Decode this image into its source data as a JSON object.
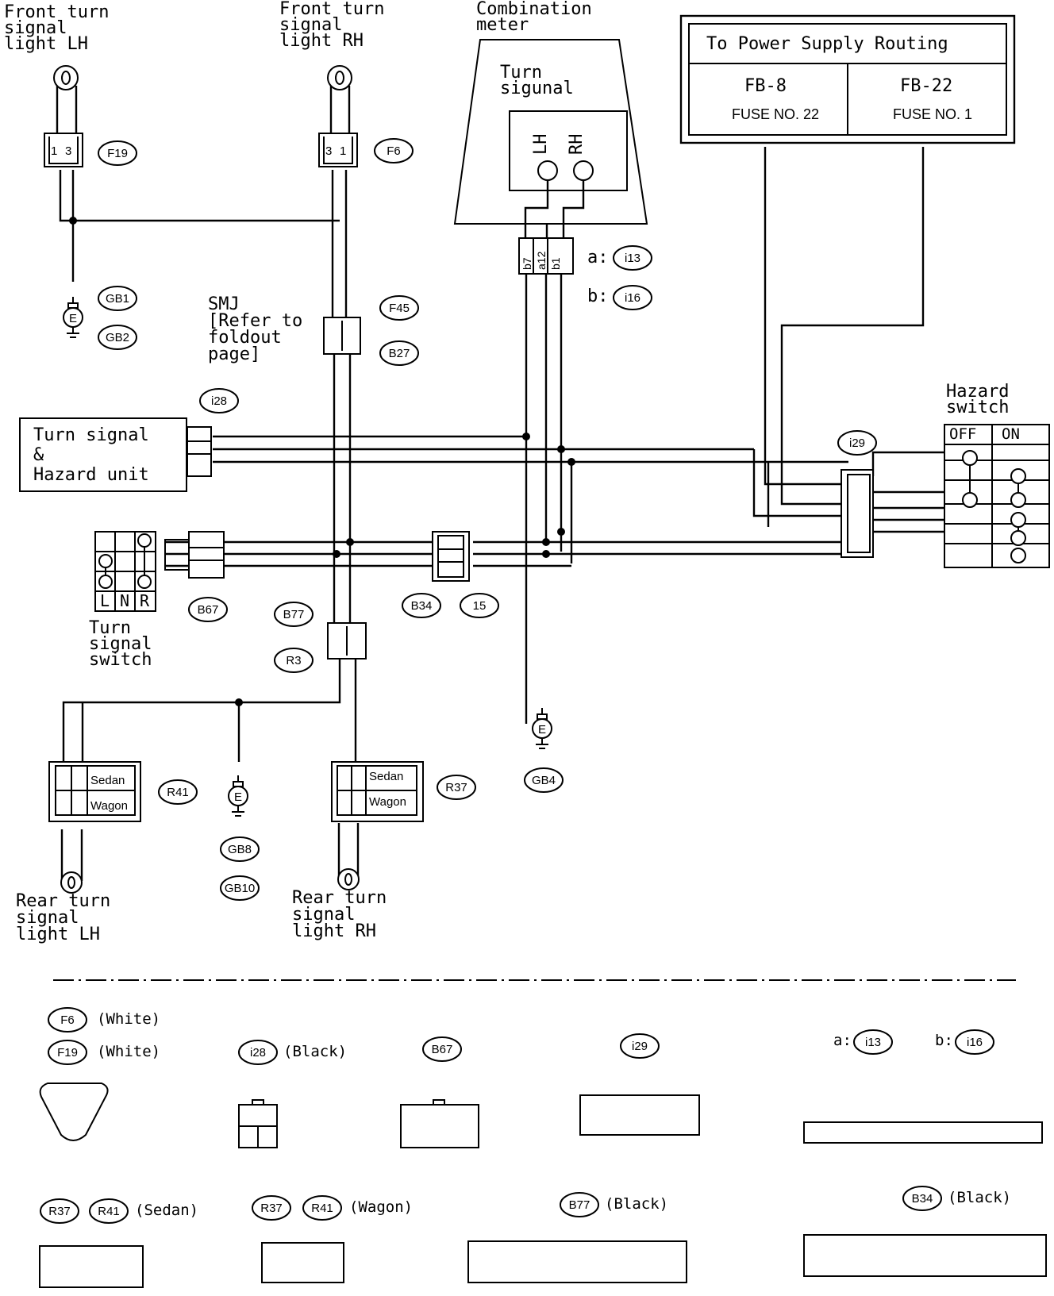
{
  "components": {
    "front_lh": "Front turn\nsignal\nlight LH",
    "front_rh": "Front turn\nsignal\nlight RH",
    "combo_meter": "Combination\nmeter",
    "turn_signal_meter": "Turn\nsigunal",
    "lh": "LH",
    "rh": "RH",
    "smj": "SMJ\n[Refer to\nfoldout\npage]",
    "ts_unit": "Turn signal\n&\nHazard unit",
    "hazard_switch": "Hazard\nswitch",
    "off": "OFF",
    "on": "ON",
    "ts_switch": "Turn\nsignal\nswitch",
    "rear_lh": "Rear turn\nsignal\nlight LH",
    "rear_rh": "Rear turn\nsignal\nlight RH",
    "sedan": "Sedan",
    "wagon": "Wagon",
    "ground": "E",
    "lnr": [
      "L",
      "N",
      "R"
    ],
    "meter_pins": [
      "b7",
      "a12",
      "b1"
    ]
  },
  "power": {
    "title": "To Power Supply Routing",
    "fb8": "FB-8",
    "fuse22": "FUSE NO. 22",
    "fb22": "FB-22",
    "fuse1": "FUSE NO. 1"
  },
  "connectors": {
    "F19": "F19",
    "F6": "F6",
    "GB1": "GB1",
    "GB2": "GB2",
    "F45": "F45",
    "B27": "B27",
    "i28": "i28",
    "i29": "i29",
    "B67": "B67",
    "B77": "B77",
    "B34": "B34",
    "c15": "15",
    "R3": "R3",
    "R41": "R41",
    "R37": "R37",
    "GB8": "GB8",
    "GB10": "GB10",
    "GB4": "GB4",
    "i13": "i13",
    "i16": "i16",
    "a": "a:",
    "b": "b:"
  },
  "legend": {
    "white": "(White)",
    "black": "(Black)",
    "sedan": "(Sedan)",
    "wagon": "(Wagon)",
    "a": "a:",
    "b": "b:"
  }
}
